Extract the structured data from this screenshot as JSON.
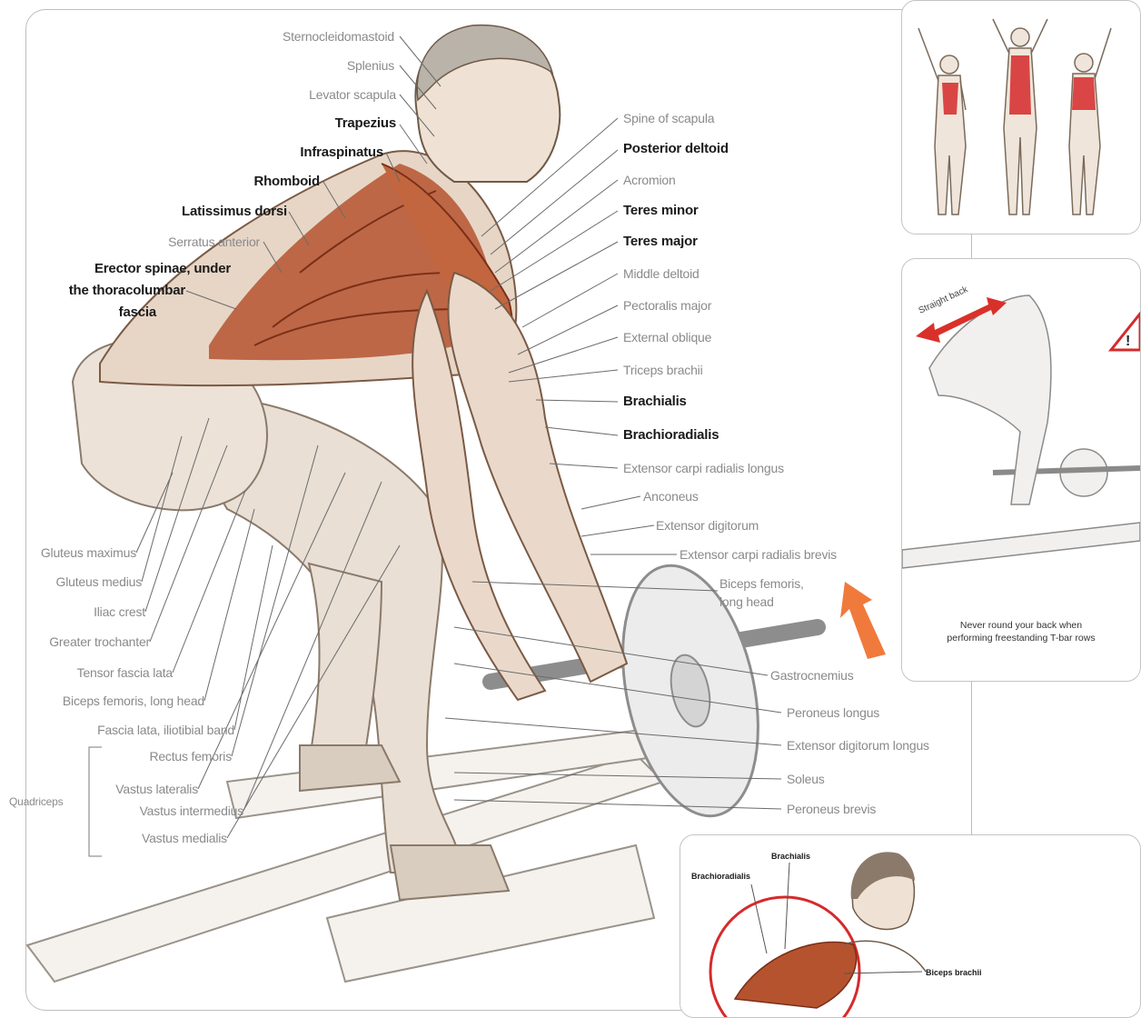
{
  "labels_left": [
    "Sternocleidomastoid",
    "Splenius",
    "Levator scapula",
    "Trapezius",
    "Infraspinatus",
    "Rhomboid",
    "Latissimus dorsi",
    "Serratus anterior",
    "Erector spinae, under",
    "the thoracolumbar",
    "fascia"
  ],
  "labels_right": [
    "Spine of scapula",
    "Posterior deltoid",
    "Acromion",
    "Teres minor",
    "Teres major",
    "Middle deltoid",
    "Pectoralis major",
    "External oblique",
    "Triceps brachii",
    "Brachialis",
    "Brachioradialis",
    "Extensor carpi radialis longus",
    "Anconeus",
    "Extensor digitorum",
    "Extensor carpi radialis brevis",
    "Biceps femoris,",
    "long head",
    "Gastrocnemius",
    "Peroneus longus",
    "Extensor digitorum longus",
    "Soleus",
    "Peroneus brevis"
  ],
  "labels_lower_left": [
    "Gluteus maximus",
    "Gluteus medius",
    "Iliac crest",
    "Greater trochanter",
    "Tensor fascia lata",
    "Biceps femoris, long head",
    "Fascia lata, iliotibial band",
    "Rectus femoris",
    "Vastus lateralis",
    "Vastus intermedius",
    "Vastus medialis",
    "Quadriceps"
  ],
  "inset_warning": {
    "arrow_label": "Straight back",
    "caption_line1": "Never round your back when",
    "caption_line2": "performing freestanding T-bar rows"
  },
  "inset_arms": {
    "brachialis": "Brachialis",
    "brachioradialis": "Brachioradialis",
    "biceps": "Biceps brachii"
  },
  "colors": {
    "muscle_highlight": "#b5532f",
    "muscle_light": "#e8d6c8",
    "highlight_red": "#d62a2a",
    "arrow_orange": "#f07a3c"
  }
}
